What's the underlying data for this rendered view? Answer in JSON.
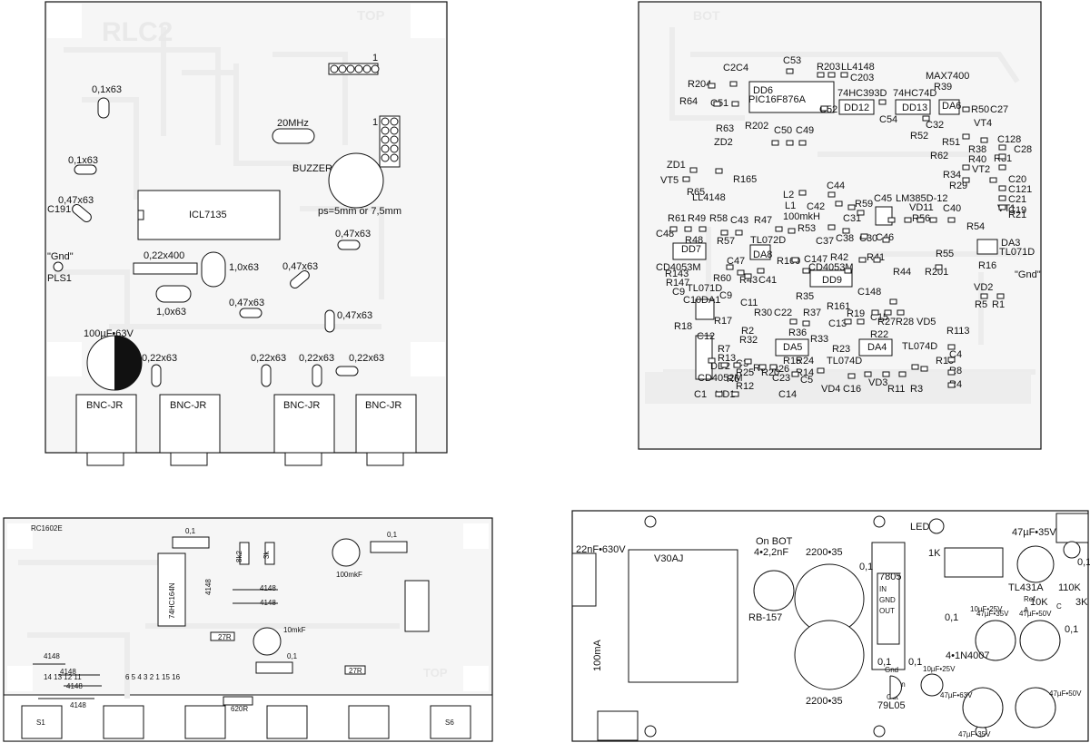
{
  "boards": [
    {
      "id": "b1",
      "title": "RLC2",
      "side": "TOP",
      "labels": [
        "1",
        "0,1x63",
        "0,1x63",
        "0,47x63",
        "C191",
        "20MHz",
        "1",
        "BUZZER",
        "ps=5mm or 7,5mm",
        "ICL7135",
        "\"Gnd\"",
        "PLS1",
        "0,22x400",
        "1,0x63",
        "1,0x63",
        "0,47x63",
        "0,47x63",
        "0,47x63",
        "0,47x63",
        "100µF•63V",
        "0,22x63",
        "0,22x63",
        "0,22x63",
        "0,22x63",
        "BNC-JR",
        "BNC-JR",
        "BNC-JR",
        "BNC-JR"
      ]
    },
    {
      "id": "b2",
      "side": "BOT",
      "labels": [
        "C53",
        "R203",
        "LL4148",
        "C203",
        "MAX7400",
        "C2",
        "C4",
        "R204",
        "DD6",
        "PIC16F876A",
        "74HC393D",
        "74HC74D",
        "R39",
        "R64",
        "C51",
        "C52",
        "DD12",
        "DD13",
        "DA6",
        "R50",
        "C27",
        "R63",
        "R202",
        "C50",
        "C49",
        "C54",
        "C32",
        "VT4",
        "ZD2",
        "R52",
        "R51",
        "C128",
        "R38",
        "C28",
        "R40",
        "R31",
        "R62",
        "ZD1",
        "R165",
        "R34",
        "VT2",
        "C20",
        "VT5",
        "R29",
        "C121",
        "R65",
        "LL4148",
        "C44",
        "C21",
        "L2",
        "R59",
        "C45",
        "LM385D-12",
        "C19",
        "L1",
        "C42",
        "VT1",
        "100mkH",
        "C31",
        "VD11",
        "R56",
        "C40",
        "R21",
        "R61",
        "R49",
        "R58",
        "C43",
        "R47",
        "R53",
        "C38",
        "C30",
        "R54",
        "C48",
        "C37",
        "C46",
        "DA3",
        "R48",
        "R57",
        "TL072D",
        "R55",
        "TL071D",
        "DD7",
        "DA8",
        "C47",
        "R42",
        "R41",
        "R16",
        "CD4053M",
        "R160",
        "C147",
        "CD4053M",
        "R44",
        "R201",
        "\"Gnd\"",
        "R143",
        "R147",
        "R60",
        "R43",
        "C41",
        "DD9",
        "VD2",
        "C9",
        "TL071D",
        "R35",
        "C148",
        "C10",
        "DA1",
        "C9",
        "C11",
        "R161",
        "C15",
        "R27",
        "R5",
        "R1",
        "R30",
        "C22",
        "R37",
        "R19",
        "R18",
        "R17",
        "C13",
        "R28",
        "VD5",
        "R113",
        "C12",
        "R2",
        "R32",
        "R36",
        "R33",
        "DA5",
        "R23",
        "DA4",
        "TL074D",
        "R22",
        "CD4052M",
        "DD2",
        "R7",
        "C3",
        "C4",
        "R13",
        "R9",
        "R26",
        "R24",
        "R15",
        "TL074D",
        "C5",
        "R25",
        "R6",
        "R20",
        "C23",
        "R14",
        "R10",
        "R8",
        "R12",
        "VD4",
        "C16",
        "VD3",
        "R11",
        "R3",
        "R4",
        "C14",
        "C1",
        "VD1"
      ]
    },
    {
      "id": "b3",
      "title": "RC1602E",
      "side": "TOP",
      "labels": [
        "0,1",
        "0,1",
        "8k2",
        "3k",
        "100mkF",
        "74HC164N",
        "4148",
        "4148",
        "4148",
        "10mkF",
        "27R",
        "0,1",
        "4148",
        "4148",
        "4148",
        "14 13 12 11",
        "6 5 4 3 2 1 15 16",
        "27R",
        "4148",
        "620R",
        "S1",
        "S6"
      ]
    },
    {
      "id": "b4",
      "labels": [
        "22nF•630V",
        "V30AJ",
        "On BOT",
        "4•2,2nF",
        "2200•35",
        "0,1",
        "LED",
        "47µF•35V",
        "RB-157",
        "7805",
        "IN",
        "GND",
        "OUT",
        "1K",
        "0,1",
        "10µF•25V",
        "TL431A",
        "C",
        "Ref",
        "A",
        "110K",
        "10K",
        "3K",
        "47µF•35V",
        "47µF•50V",
        "0,1",
        "0,1",
        "0,1",
        "4•1N4007",
        "100mA",
        "Gnd",
        "In",
        "Out",
        "79L05",
        "0,1",
        "10µF•25V",
        "2200•35",
        "47µF•63V",
        "47µF•35V",
        "47µF•50V"
      ]
    }
  ]
}
